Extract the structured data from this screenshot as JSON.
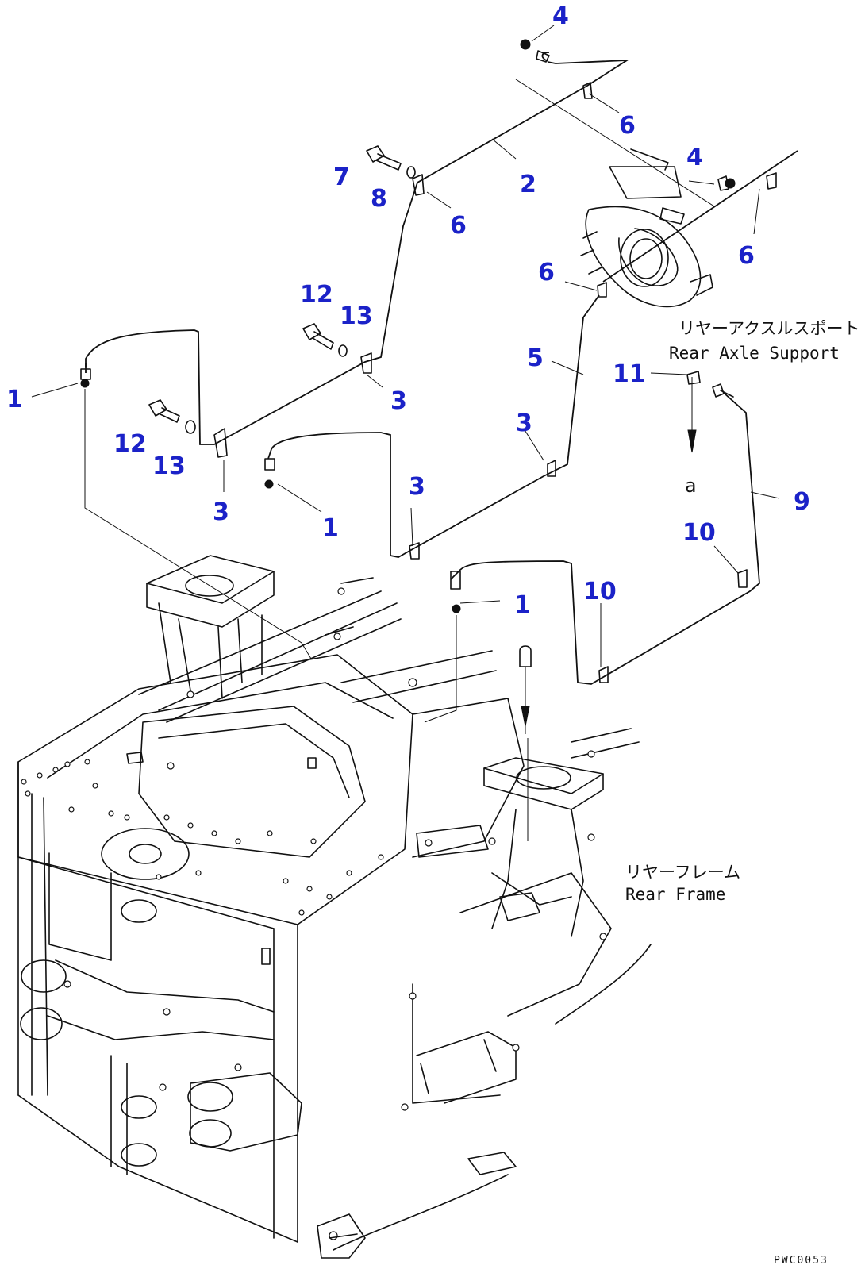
{
  "callouts": [
    "1",
    "2",
    "3",
    "4",
    "5",
    "6",
    "7",
    "8",
    "9",
    "10",
    "11",
    "12",
    "13"
  ],
  "labels": {
    "rear_axle_support_jp": "リヤーアクスルスポート",
    "rear_axle_support_en": "Rear Axle Support",
    "rear_frame_jp": "リヤーフレーム",
    "rear_frame_en": "Rear Frame",
    "connection_mark": "a",
    "drawing_code": "PWC0053"
  }
}
